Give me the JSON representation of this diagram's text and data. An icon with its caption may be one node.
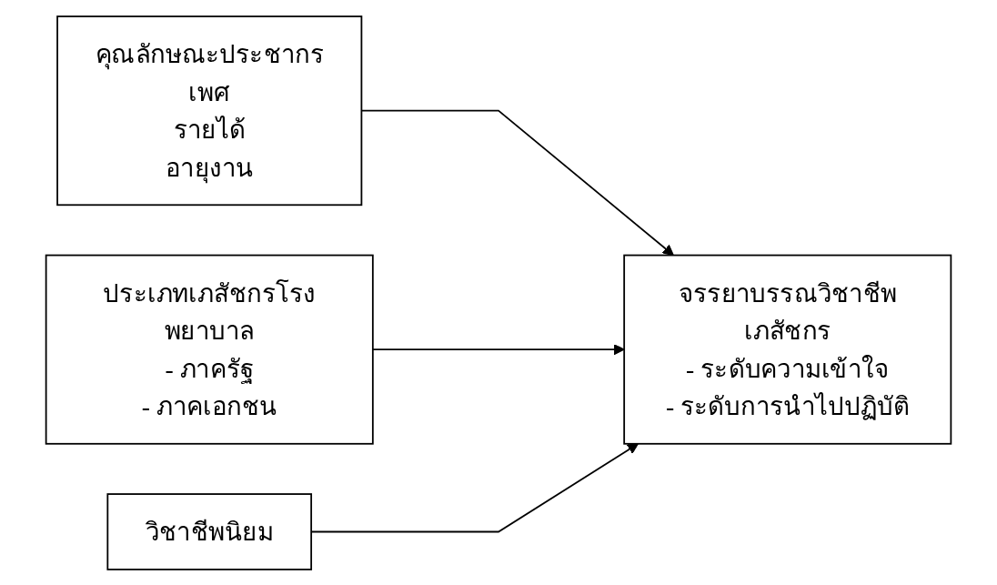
{
  "diagram": {
    "nodes": [
      {
        "text": [
          "คุณลักษณะประชากร",
          "เพศ",
          "รายได้",
          "อายุงาน"
        ]
      },
      {
        "text": [
          "ประเภทเภสัชกรโรงพยาบาล",
          "- ภาครัฐ",
          "- ภาคเอกชน"
        ]
      },
      {
        "text": [
          "วิชาชีพนิยม"
        ]
      },
      {
        "text": [
          "จรรยาบรรณวิชาชีพเภสัชกร",
          "- ระดับความเข้าใจ",
          "- ระดับการนำไปปฏิบัติ"
        ]
      }
    ],
    "edges": [
      {
        "from": 0,
        "to": 3,
        "arrow": "to"
      },
      {
        "from": 1,
        "to": 3,
        "arrow": "to"
      },
      {
        "from": 2,
        "to": 3,
        "arrow": "to"
      }
    ]
  }
}
